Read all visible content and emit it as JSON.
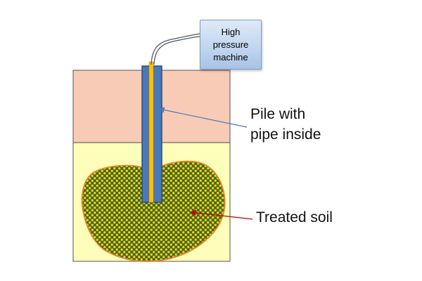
{
  "diagram": {
    "machine_label": "High\npressure\nmachine",
    "pile_label": "Pile with\npipe inside",
    "soil_label": "Treated soil",
    "colors": {
      "upper_layer": "#f8cbb6",
      "lower_layer": "#fefebb",
      "pile": "#4a78b8",
      "pipe": "#ffc000",
      "treated_soil_fill": "#7d8a1f",
      "treated_soil_border": "#e7862e",
      "pile_arrow": "#4a78b8",
      "soil_arrow": "#c00000"
    }
  }
}
